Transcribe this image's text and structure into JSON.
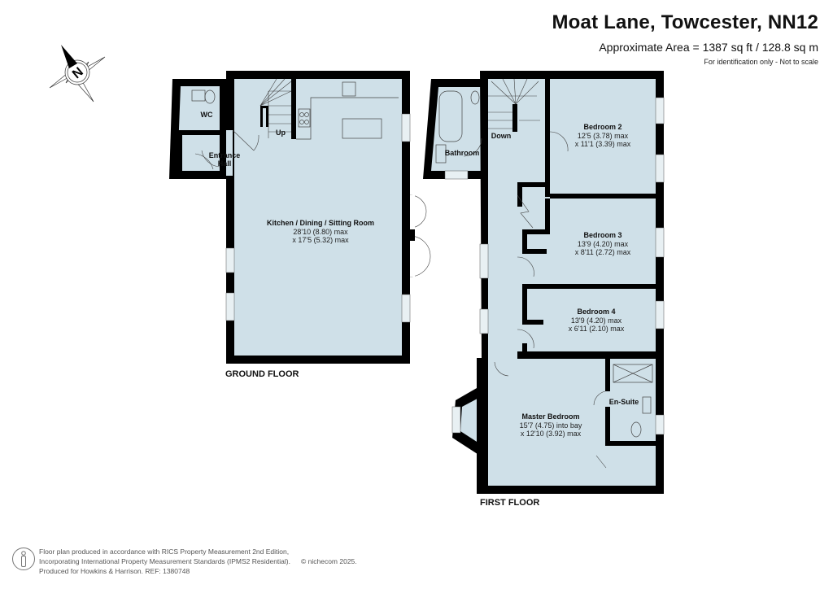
{
  "header": {
    "title": "Moat Lane, Towcester, NN12",
    "area": "Approximate Area = 1387 sq ft / 128.8 sq m",
    "scale_note": "For identification only - Not to scale"
  },
  "compass": {
    "icon": "compass-north-icon",
    "label": "N"
  },
  "ground_floor": {
    "label": "GROUND FLOOR",
    "rooms": [
      {
        "name": "WC"
      },
      {
        "name": "Entrance",
        "name2": "Hall"
      },
      {
        "name": "Kitchen / Dining / Sitting Room",
        "dim1": "28'10 (8.80) max",
        "dim2": "x 17'5 (5.32) max"
      }
    ],
    "stairs_label": "Up"
  },
  "first_floor": {
    "label": "FIRST FLOOR",
    "rooms": [
      {
        "name": "Bathroom"
      },
      {
        "name": "Bedroom 2",
        "dim1": "12'5 (3.78) max",
        "dim2": "x 11'1 (3.39) max"
      },
      {
        "name": "Bedroom 3",
        "dim1": "13'9 (4.20) max",
        "dim2": "x 8'11 (2.72) max"
      },
      {
        "name": "Bedroom 4",
        "dim1": "13'9 (4.20) max",
        "dim2": "x 6'11 (2.10) max"
      },
      {
        "name": "Master Bedroom",
        "dim1": "15'7 (4.75) into bay",
        "dim2": "x 12'10 (3.92) max"
      },
      {
        "name": "En-Suite"
      }
    ],
    "stairs_label": "Down"
  },
  "footer": {
    "line1": "Floor plan produced in accordance with RICS Property Measurement 2nd Edition,",
    "line2": "Incorporating International Property Measurement Standards (IPMS2 Residential).",
    "line3": "Produced for Howkins & Harrison.   REF: 1380748",
    "copyright": "© nichecom 2025.",
    "icon": "person-icon"
  },
  "colors": {
    "floor_fill": "#cfe0e8",
    "wall": "#000000",
    "background": "#ffffff"
  }
}
